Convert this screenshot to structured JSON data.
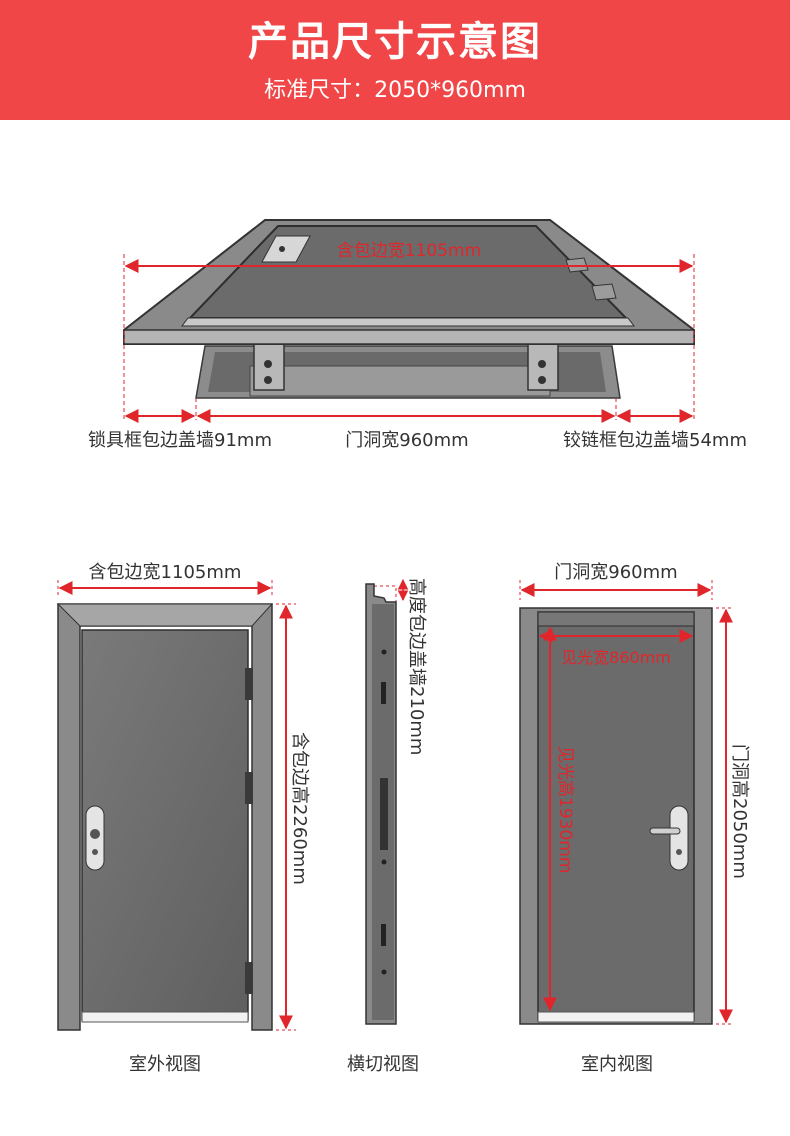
{
  "header": {
    "title": "产品尺寸示意图",
    "subtitle": "标准尺寸：2050*960mm"
  },
  "top_view": {
    "total_width": "含包边宽1105mm",
    "lock_side": "锁具框包边盖墙91mm",
    "opening_width": "门洞宽960mm",
    "hinge_side": "铰链框包边盖墙54mm"
  },
  "outer_view": {
    "width": "含包边宽1105mm",
    "height": "含包边高2260mm",
    "caption": "室外视图"
  },
  "section_view": {
    "height": "高度包边盖墙210mm",
    "caption": "横切视图"
  },
  "inner_view": {
    "width": "门洞宽960mm",
    "clear_width": "见光宽860mm",
    "clear_height": "见光高1930mm",
    "height": "门洞高2050mm",
    "caption": "室内视图"
  },
  "colors": {
    "banner": "#f04647",
    "dimension": "#e0262b",
    "door": "#6e6e6e",
    "frame": "#8a8a8a"
  }
}
